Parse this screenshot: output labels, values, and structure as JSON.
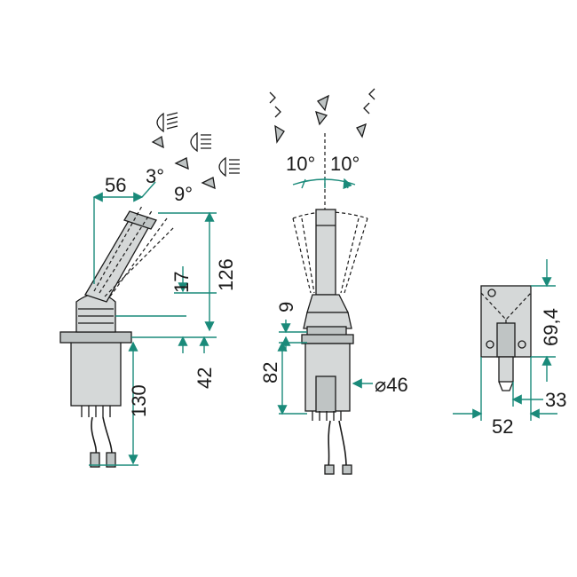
{
  "colors": {
    "dimension": "#1a8a7a",
    "outline": "#1a1a1a",
    "part_fill": "#d5d8d8"
  },
  "side_view": {
    "dim_offset_top": "56",
    "angle_small": "3°",
    "angle_large": "9°",
    "dim_height_total": "126",
    "dim_boot": "17",
    "dim_flange": "42",
    "dim_body": "130",
    "icons": [
      "low-beam-icon",
      "headlight-flash-icon",
      "high-beam-icon",
      "horn-icon"
    ]
  },
  "front_view": {
    "angle_left": "10°",
    "angle_right": "10°",
    "dim_nut": "9",
    "dim_body": "82",
    "dim_diameter": "⌀46",
    "icons": [
      "turn-signal-left-icon",
      "horn-icon",
      "turn-signal-right-icon"
    ]
  },
  "mount_view": {
    "dim_hole_spacing": "69,4",
    "dim_width": "52",
    "dim_offset": "33"
  }
}
